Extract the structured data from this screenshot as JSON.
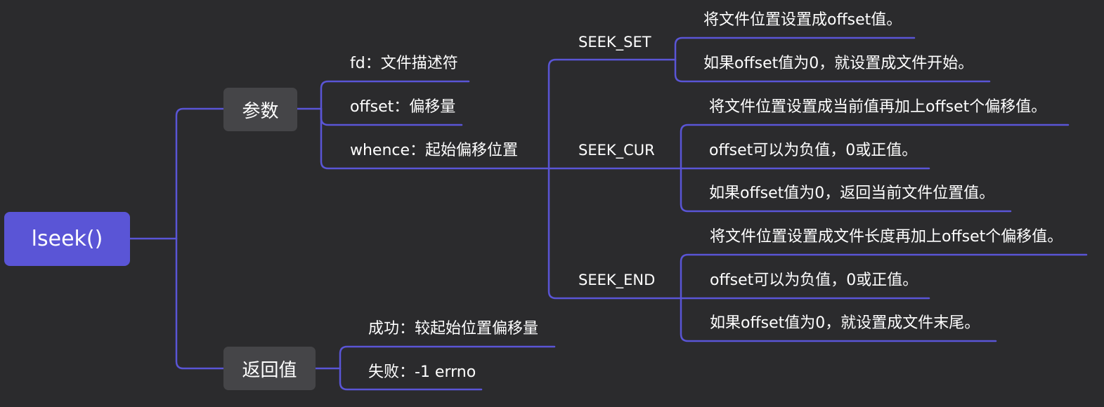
{
  "root": {
    "label": "lseek()"
  },
  "branches": {
    "params": {
      "label": "参数",
      "items": {
        "fd": "fd：文件描述符",
        "offset": "offset：偏移量",
        "whence": "whence：起始偏移位置"
      }
    },
    "returns": {
      "label": "返回值",
      "items": {
        "success": "成功：较起始位置偏移量",
        "failure": "失败：-1 errno"
      }
    }
  },
  "whence_options": {
    "seek_set": {
      "label": "SEEK_SET",
      "notes": [
        "将文件位置设置成offset值。",
        "如果offset值为0，就设置成文件开始。"
      ]
    },
    "seek_cur": {
      "label": "SEEK_CUR",
      "notes": [
        "将文件位置设置成当前值再加上offset个偏移值。",
        "offset可以为负值，0或正值。",
        "如果offset值为0，返回当前文件位置值。"
      ]
    },
    "seek_end": {
      "label": "SEEK_END",
      "notes": [
        "将文件位置设置成文件长度再加上offset个偏移值。",
        "offset可以为负值，0或正值。",
        "如果offset值为0，就设置成文件末尾。"
      ]
    }
  },
  "colors": {
    "background": "#2b2b2d",
    "root": "#5a55d6",
    "branch": "#454548",
    "line": "#5a55d6",
    "text": "#ffffff"
  }
}
